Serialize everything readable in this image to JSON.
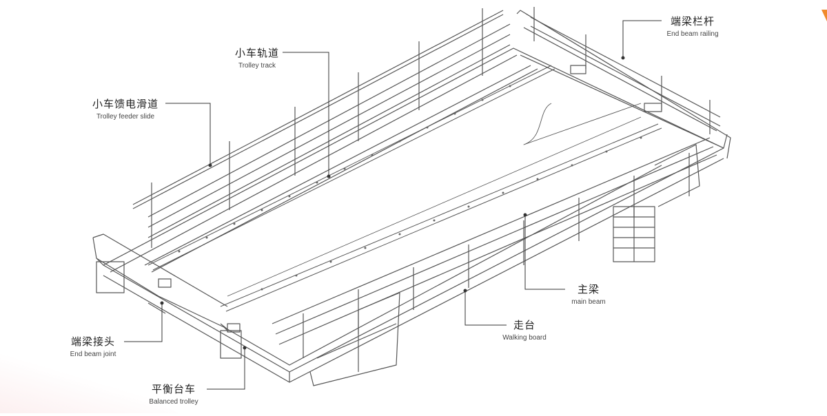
{
  "labels": {
    "end_beam_railing": {
      "cn": "端梁栏杆",
      "en": "End beam railing"
    },
    "trolley_track": {
      "cn": "小车轨道",
      "en": "Trolley track"
    },
    "trolley_feeder_slide": {
      "cn": "小车馈电滑道",
      "en": "Trolley feeder slide"
    },
    "main_beam": {
      "cn": "主梁",
      "en": "main beam"
    },
    "walking_board": {
      "cn": "走台",
      "en": "Walking board"
    },
    "end_beam_joint": {
      "cn": "端梁接头",
      "en": "End beam joint"
    },
    "balanced_trolley": {
      "cn": "平衡台车",
      "en": "Balanced trolley"
    }
  },
  "colors": {
    "line": "#555555",
    "leader": "#333333",
    "accent": "#f08a2c"
  }
}
